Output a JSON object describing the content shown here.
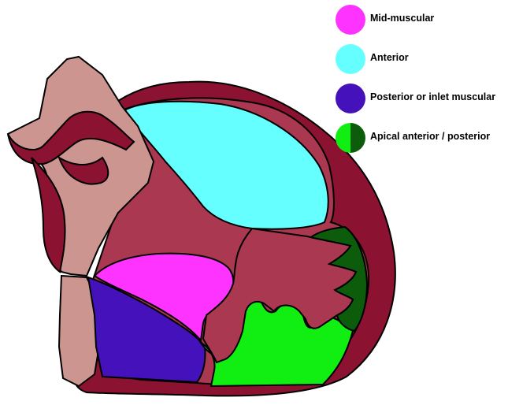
{
  "legend": {
    "items": [
      {
        "key": "mid_muscular",
        "label": "Mid-muscular",
        "color": "#ff33ff"
      },
      {
        "key": "anterior",
        "label": "Anterior",
        "color": "#66ffff"
      },
      {
        "key": "posterior_inlet",
        "label": "Posterior or inlet muscular",
        "color": "#4411bb"
      },
      {
        "key": "apical",
        "label": "Apical anterior / posterior",
        "color_left": "#11ee11",
        "color_right": "#0c5c0c"
      }
    ]
  },
  "colors": {
    "wall": "#8b1230",
    "septum": "#a93850",
    "outflow": "#cd9590",
    "outline": "#000000"
  }
}
